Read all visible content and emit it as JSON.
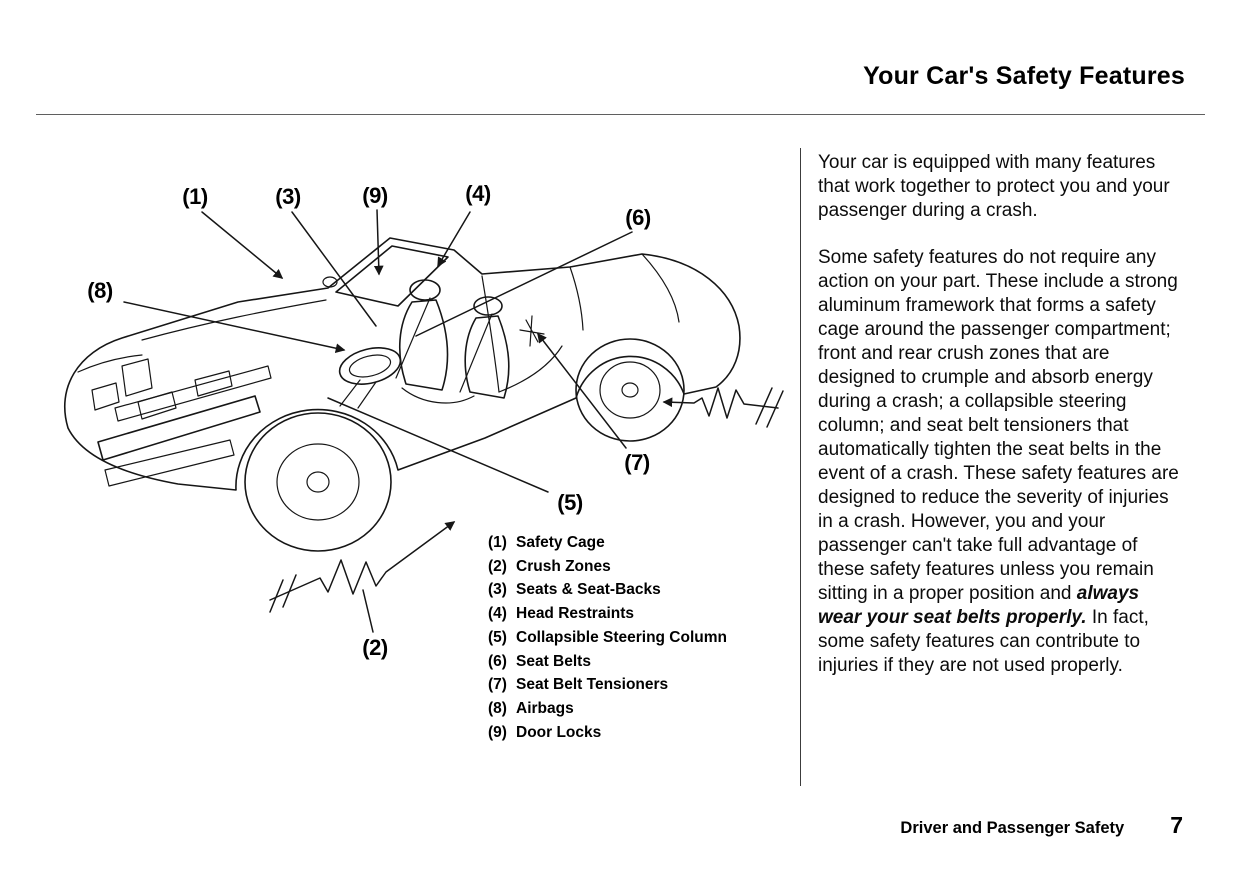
{
  "header": {
    "title": "Your Car's Safety Features"
  },
  "diagram": {
    "callouts": {
      "c1": "(1)",
      "c2": "(2)",
      "c3": "(3)",
      "c4": "(4)",
      "c5": "(5)",
      "c6": "(6)",
      "c7": "(7)",
      "c8": "(8)",
      "c9": "(9)"
    },
    "legend": [
      {
        "num": "(1)",
        "label": "Safety Cage"
      },
      {
        "num": "(2)",
        "label": "Crush Zones"
      },
      {
        "num": "(3)",
        "label": "Seats & Seat-Backs"
      },
      {
        "num": "(4)",
        "label": "Head Restraints"
      },
      {
        "num": "(5)",
        "label": "Collapsible Steering Column"
      },
      {
        "num": "(6)",
        "label": "Seat Belts"
      },
      {
        "num": "(7)",
        "label": "Seat Belt Tensioners"
      },
      {
        "num": "(8)",
        "label": "Airbags"
      },
      {
        "num": "(9)",
        "label": "Door Locks"
      }
    ]
  },
  "body": {
    "paragraph1": "Your car is equipped with many features that work together to protect you and your passenger during a crash.",
    "paragraph2_lead": "Some safety features do not require any action on your part. These include a strong aluminum framework that forms a safety cage around the passenger compartment; front and rear crush zones that are designed to crumple and absorb energy during a crash; a collapsible steering column; and seat belt tensioners that automatically tighten the seat belts in the event of a crash. These safety features are designed to reduce the severity of injuries in a crash. However, you and your passenger can't take full advantage of these safety features unless you remain sitting in a proper position and",
    "paragraph2_emphasis": "always wear your seat belts properly.",
    "paragraph2_tail": "In fact, some safety features can contribute to injuries if they are not used properly."
  },
  "footer": {
    "section": "Driver and Passenger Safety",
    "page_number": "7"
  }
}
